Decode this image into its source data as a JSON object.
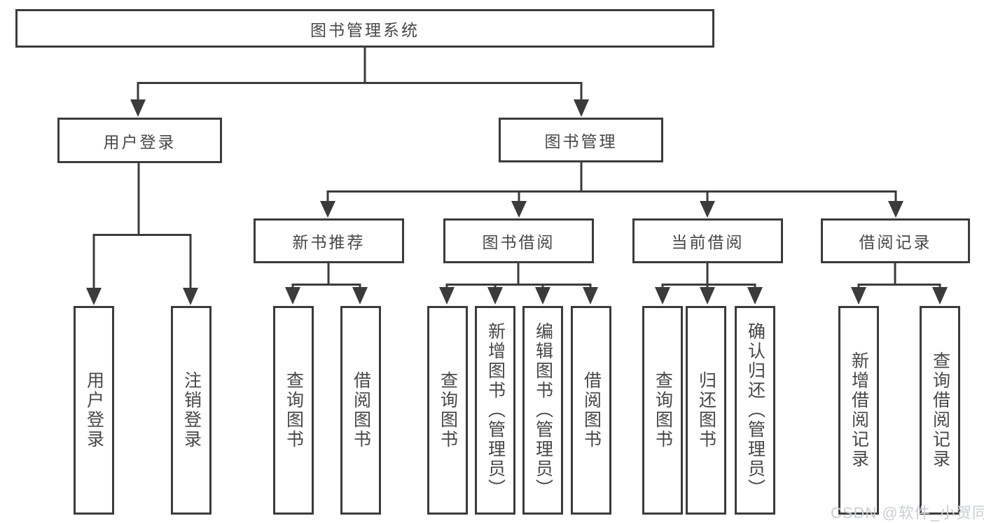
{
  "colors": {
    "line": "#3b3b3b",
    "text": "#474747",
    "background": "#ffffff",
    "watermark": "#c9cdd3"
  },
  "watermark": {
    "text": "CSDN @软件_小贺同学"
  },
  "tree": {
    "root": {
      "label": "图书管理系统"
    },
    "branches": [
      {
        "label": "用户登录",
        "children": [
          {
            "label": "用户登录"
          },
          {
            "label": "注销登录"
          }
        ]
      },
      {
        "label": "图书管理",
        "groups": [
          {
            "label": "新书推荐",
            "children": [
              {
                "label": "查询图书"
              },
              {
                "label": "借阅图书"
              }
            ]
          },
          {
            "label": "图书借阅",
            "children": [
              {
                "label": "查询图书"
              },
              {
                "label": "新增图书（管理员）"
              },
              {
                "label": "编辑图书（管理员）"
              },
              {
                "label": "借阅图书"
              }
            ]
          },
          {
            "label": "当前借阅",
            "children": [
              {
                "label": "查询图书"
              },
              {
                "label": "归还图书"
              },
              {
                "label": "确认归还（管理员）"
              }
            ]
          },
          {
            "label": "借阅记录",
            "children": [
              {
                "label": "新增借阅记录"
              },
              {
                "label": "查询借阅记录"
              }
            ]
          }
        ]
      }
    ]
  }
}
